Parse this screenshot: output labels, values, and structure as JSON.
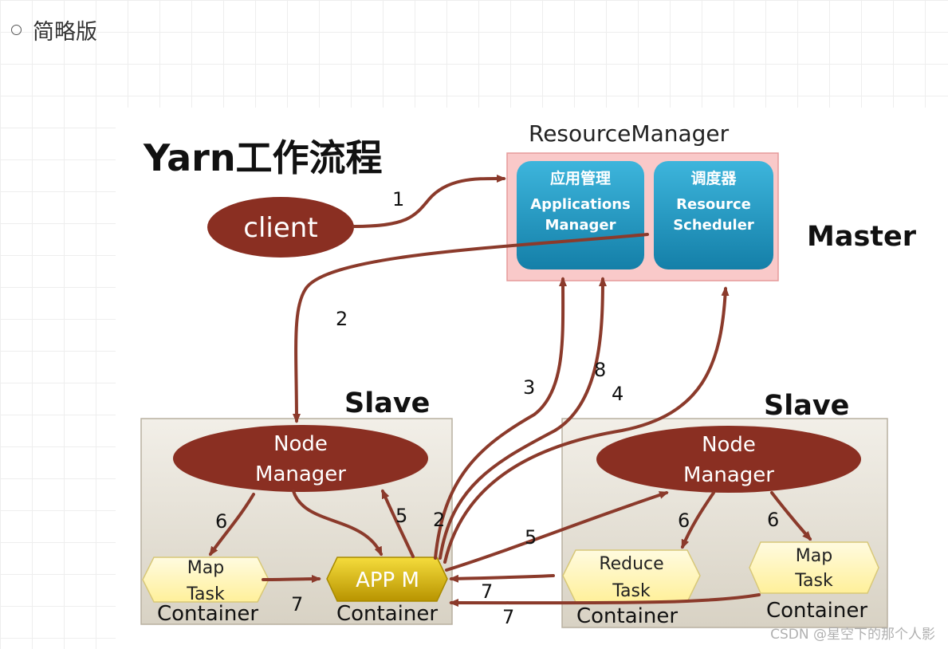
{
  "heading": "简略版",
  "diagram": {
    "title": "Yarn工作流程",
    "resource_manager": "ResourceManager",
    "master": "Master",
    "client": "client",
    "apps_manager": {
      "cn": "应用管理",
      "en1": "Applications",
      "en2": "Manager"
    },
    "scheduler": {
      "cn": "调度器",
      "en1": "Resource",
      "en2": "Scheduler"
    },
    "slave": "Slave",
    "node_manager_1": "Node",
    "node_manager_2": "Manager",
    "container": "Container",
    "app_master": "APP M",
    "map_task_1": "Map",
    "map_task_2": "Task",
    "reduce_task_1": "Reduce",
    "reduce_task_2": "Task",
    "step_labels": {
      "s1": "1",
      "s2a": "2",
      "s2b": "2",
      "s3": "3",
      "s4": "4",
      "s5a": "5",
      "s5b": "5",
      "s6a": "6",
      "s6b": "6",
      "s6c": "6",
      "s7a": "7",
      "s7b": "7",
      "s7c": "7",
      "s8": "8"
    }
  },
  "watermark": "CSDN @星空下的那个人影",
  "colors": {
    "arrow": "#8b3a2b",
    "ellipse": "#8a2f22",
    "rm_box": "#f7c6c6",
    "rm_blue": "#1f9cc7",
    "slave_box": "#e6e1d6",
    "task_yellow": "#fff6b8",
    "appm_gold": "#d9b800"
  }
}
